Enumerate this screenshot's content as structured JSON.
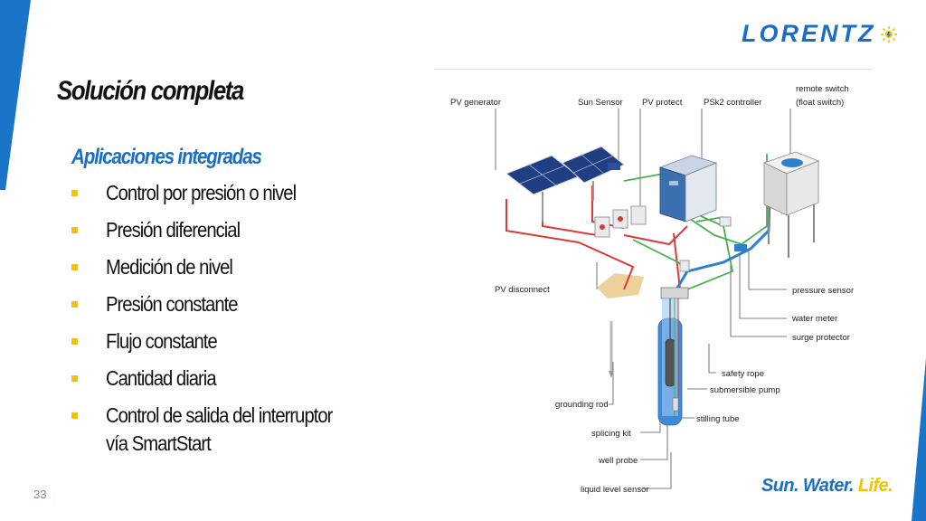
{
  "header": {
    "logo_text": "LORENTZ"
  },
  "slide": {
    "title": "Solución completa",
    "subtitle": "Aplicaciones integradas",
    "bullets": [
      "Control por presión o nivel",
      "Presión diferencial",
      "Medición de nivel",
      "Presión constante",
      "Flujo constante",
      "Cantidad diaria",
      "Control de salida del interruptor\nvía SmartStart"
    ],
    "page_number": "33"
  },
  "footer": {
    "tagline_main": "Sun. Water. ",
    "tagline_life": "Life."
  },
  "diagram": {
    "labels": {
      "pv_generator": "PV generator",
      "sun_sensor": "Sun Sensor",
      "pv_protect": "PV protect",
      "psk2_controller": "PSk2 controller",
      "remote_switch": "remote switch",
      "float_switch": "(float switch)",
      "pv_disconnect": "PV disconnect",
      "pressure_sensor": "pressure sensor",
      "water_meter": "water meter",
      "surge_protector": "surge protector",
      "safety_rope": "safety rope",
      "submersible_pump": "submersible pump",
      "grounding_rod": "grounding rod",
      "stilling_tube": "stilling tube",
      "splicing_kit": "splicing kit",
      "well_probe": "well probe",
      "liquid_level_sensor": "liquid level sensor"
    }
  },
  "colors": {
    "accent_blue": "#1a6fc4",
    "accent_yellow": "#f4c200",
    "cable_red": "#d93a3a",
    "cable_green": "#4caf50",
    "pipe_blue": "#2f7fd0"
  }
}
